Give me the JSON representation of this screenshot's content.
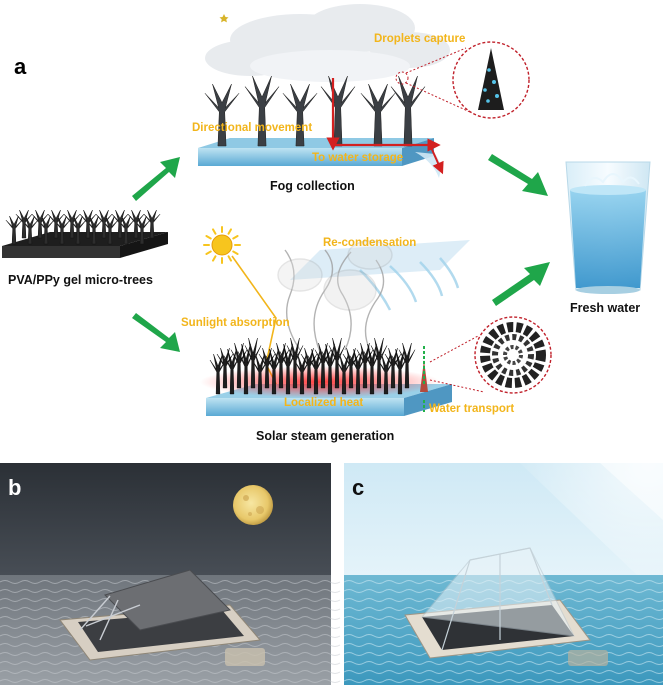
{
  "panels": {
    "a": "a",
    "b": "b",
    "c": "c"
  },
  "labels": {
    "micro_trees": "PVA/PPy gel micro-trees",
    "fog_collection": "Fog collection",
    "solar_steam": "Solar steam generation",
    "fresh_water": "Fresh water"
  },
  "annotations": {
    "droplets_capture": "Droplets capture",
    "directional_movement": "Directional movement",
    "to_water_storage": "To water storage",
    "re_condensation": "Re-condensation",
    "sunlight_absorption": "Sunlight absorption",
    "localized_heat": "Localized heat",
    "water_transport": "Water transport"
  },
  "colors": {
    "arrow_green": "#1fa64a",
    "label_gold": "#f2b51b",
    "flow_red": "#d32020",
    "zoom_circle": "#c0202a"
  },
  "icons": {
    "moon": "crescent-moon-icon",
    "sun": "sun-icon"
  }
}
